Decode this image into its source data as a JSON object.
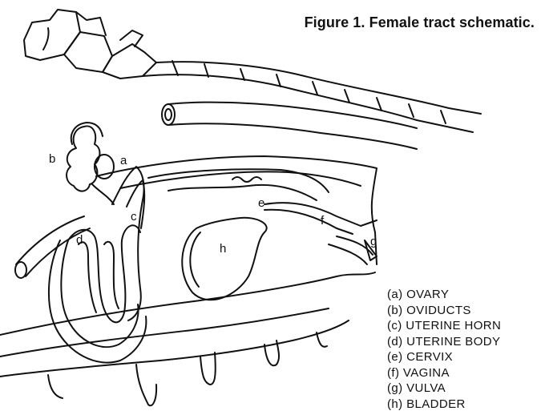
{
  "figure": {
    "title": "Figure 1.  Female tract schematic."
  },
  "labels": {
    "a": "a",
    "b": "b",
    "c": "c",
    "d": "d",
    "e": "e",
    "f": "f",
    "g": "g",
    "h": "h"
  },
  "legend": [
    "(a) OVARY",
    "(b) OVIDUCTS",
    "(c) UTERINE HORN",
    "(d) UTERINE BODY",
    "(e) CERVIX",
    "(f) VAGINA",
    "(g) VULVA",
    "(h) BLADDER"
  ]
}
